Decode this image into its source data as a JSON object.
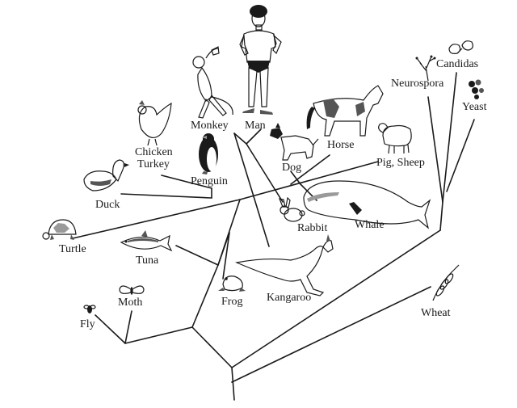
{
  "diagram": {
    "taxa": {
      "man": "Man",
      "monkey": "Monkey",
      "chicken": "Chicken",
      "turkey": "Turkey",
      "penguin": "Penguin",
      "duck": "Duck",
      "turtle": "Turtle",
      "tuna": "Tuna",
      "moth": "Moth",
      "fly": "Fly",
      "frog": "Frog",
      "kangaroo": "Kangaroo",
      "rabbit": "Rabbit",
      "dog": "Dog",
      "horse": "Horse",
      "pig_sheep": "Pig, Sheep",
      "whale": "Whale",
      "neurospora": "Neurospora",
      "candidas": "Candidas",
      "yeast": "Yeast",
      "wheat": "Wheat"
    },
    "illustrations": [
      "man-illustration",
      "monkey-illustration",
      "chicken-illustration",
      "penguin-illustration",
      "duck-illustration",
      "turtle-illustration",
      "tuna-illustration",
      "moth-illustration",
      "fly-illustration",
      "frog-illustration",
      "kangaroo-illustration",
      "rabbit-illustration",
      "dog-illustration",
      "horse-illustration",
      "sheep-illustration",
      "whale-illustration",
      "neurospora-illustration",
      "candida-illustration",
      "yeast-illustration",
      "wheat-illustration"
    ],
    "colors": {
      "ink": "#1a1a1a",
      "background": "#ffffff"
    }
  }
}
